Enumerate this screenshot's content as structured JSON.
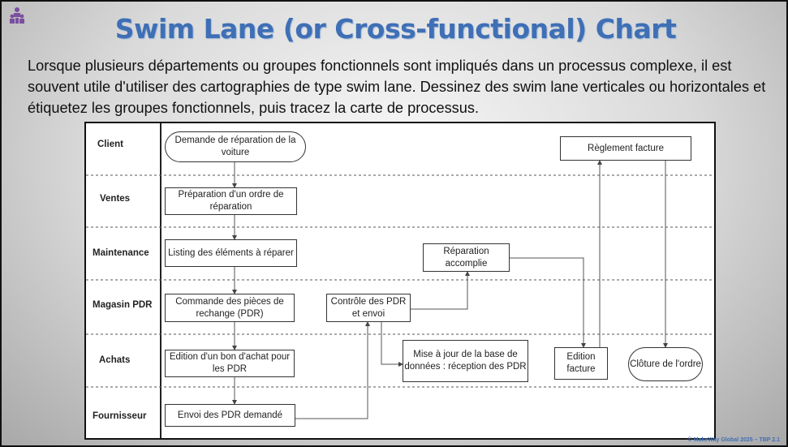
{
  "slide": {
    "title": "Swim Lane (or Cross-functional) Chart",
    "intro": "Lorsque plusieurs départements ou groupes fonctionnels sont impliqués dans un processus complexe, il est souvent utile d'utiliser des cartographies de type swim lane. Dessinez des swim lane verticales ou horizontales et étiquetez les groupes fonctionnels, puis tracez la carte de processus.",
    "footer": "© MakeWay Global 2025 – TBP 2.1",
    "logo_icon": "people-group-icon",
    "accent_color": "#3f6fb5"
  },
  "lanes": [
    {
      "id": "client",
      "label": "Client"
    },
    {
      "id": "ventes",
      "label": "Ventes"
    },
    {
      "id": "maintenance",
      "label": "Maintenance"
    },
    {
      "id": "magasin",
      "label": "Magasin PDR"
    },
    {
      "id": "achats",
      "label": "Achats"
    },
    {
      "id": "fournisseur",
      "label": "Fournisseur"
    }
  ],
  "nodes": {
    "demande": "Demande de réparation de la voiture",
    "preparation": "Préparation d'un ordre de réparation",
    "listing": "Listing des éléments à réparer",
    "commande": "Commande des pièces de rechange (PDR)",
    "edition_bon": "Edition d'un bon d'achat pour les PDR",
    "envoi": "Envoi des PDR demandé",
    "controle": "Contrôle des PDR et envoi",
    "mise_a_jour": "Mise à jour de la base de données : réception des PDR",
    "reparation": "Réparation accomplie",
    "edition_facture": "Edition facture",
    "reglement": "Règlement facture",
    "cloture": "Clôture de l'ordre"
  }
}
